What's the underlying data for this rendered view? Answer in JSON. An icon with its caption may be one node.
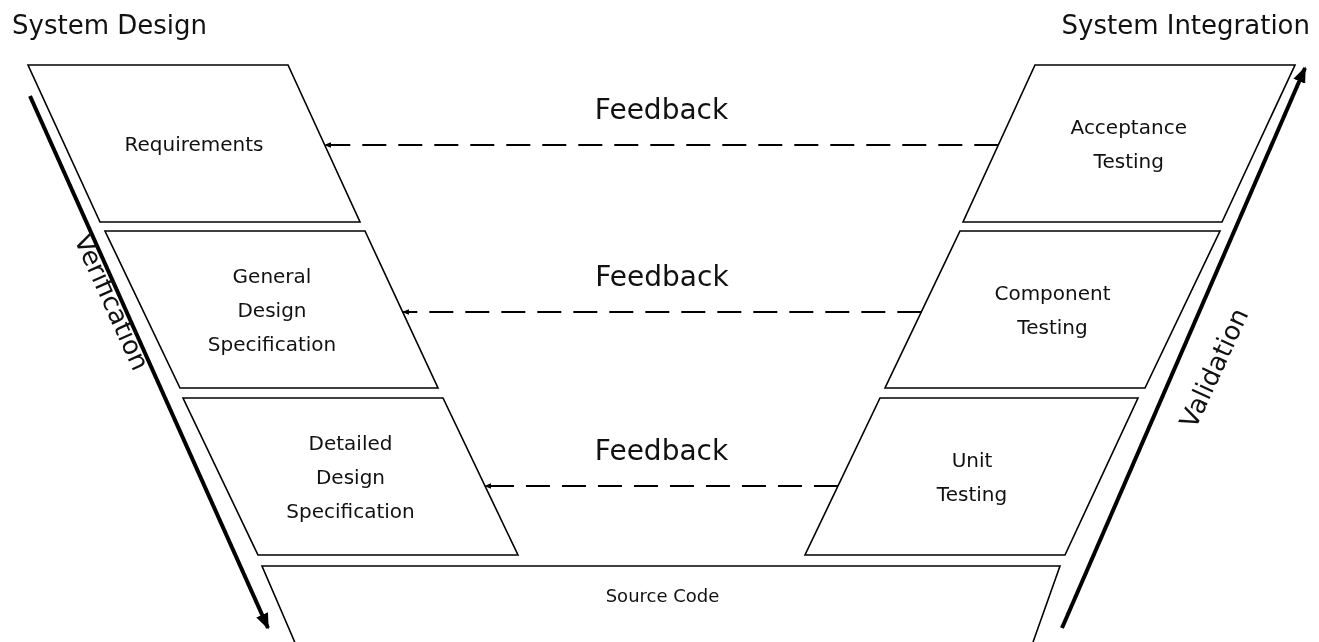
{
  "diagram": {
    "nodes": [
      {
        "text": [
          "Requirements"
        ]
      },
      {
        "text": [
          "Acceptance Testing"
        ]
      },
      {
        "text": [
          "General Design Specification"
        ]
      },
      {
        "text": [
          "Component Testing"
        ]
      },
      {
        "text": [
          "Detailed Design Specification"
        ]
      },
      {
        "text": [
          "Unit Testing"
        ]
      },
      {
        "text": [
          "Source Code"
        ]
      }
    ],
    "edges": [
      {
        "from": 1,
        "to": 0,
        "arrow": "to",
        "label": "Feedback",
        "style": "dashed"
      },
      {
        "from": 3,
        "to": 2,
        "arrow": "to",
        "label": "Feedback",
        "style": "dashed"
      },
      {
        "from": 5,
        "to": 4,
        "arrow": "to",
        "label": "Feedback",
        "style": "dashed"
      }
    ],
    "labels": [
      "System Design",
      "System Integration",
      "Verification",
      "Validation"
    ]
  }
}
